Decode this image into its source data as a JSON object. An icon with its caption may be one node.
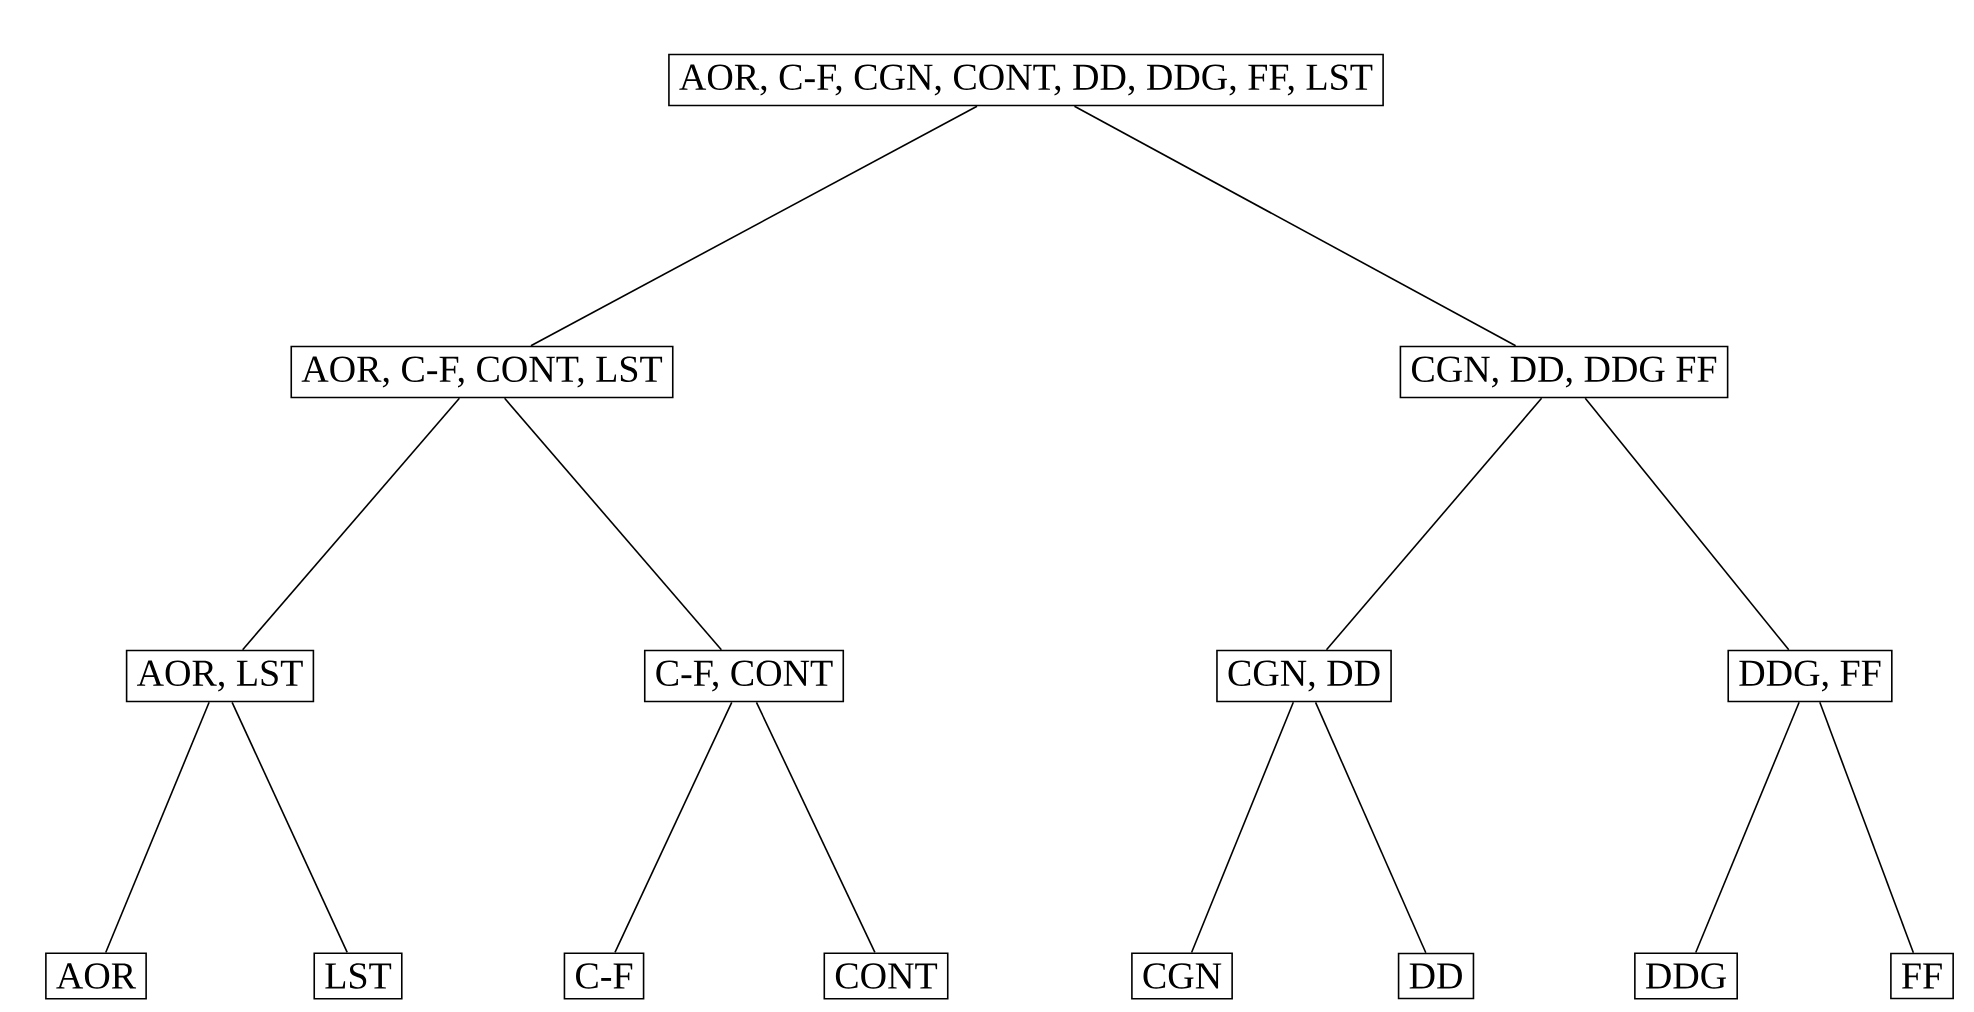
{
  "diagram": {
    "nodes": [
      {
        "text": [
          "AOR, C-F, CGN, CONT, DD, DDG, FF, LST"
        ]
      },
      {
        "text": [
          "AOR, C-F, CONT, LST"
        ]
      },
      {
        "text": [
          "CGN, DD, DDG FF"
        ]
      },
      {
        "text": [
          "AOR, LST"
        ]
      },
      {
        "text": [
          "C-F, CONT"
        ]
      },
      {
        "text": [
          "CGN, DD"
        ]
      },
      {
        "text": [
          "DDG, FF"
        ]
      },
      {
        "text": [
          "AOR"
        ]
      },
      {
        "text": [
          "LST"
        ]
      },
      {
        "text": [
          "C-F"
        ]
      },
      {
        "text": [
          "CONT"
        ]
      },
      {
        "text": [
          "CGN"
        ]
      },
      {
        "text": [
          "DD"
        ]
      },
      {
        "text": [
          "DDG"
        ]
      },
      {
        "text": [
          "FF"
        ]
      }
    ],
    "edges": [
      {
        "from": 0,
        "to": 1,
        "arrow": "none"
      },
      {
        "from": 0,
        "to": 2,
        "arrow": "none"
      },
      {
        "from": 1,
        "to": 3,
        "arrow": "none"
      },
      {
        "from": 1,
        "to": 4,
        "arrow": "none"
      },
      {
        "from": 2,
        "to": 5,
        "arrow": "none"
      },
      {
        "from": 2,
        "to": 6,
        "arrow": "none"
      },
      {
        "from": 3,
        "to": 7,
        "arrow": "none"
      },
      {
        "from": 3,
        "to": 8,
        "arrow": "none"
      },
      {
        "from": 4,
        "to": 9,
        "arrow": "none"
      },
      {
        "from": 4,
        "to": 10,
        "arrow": "none"
      },
      {
        "from": 5,
        "to": 11,
        "arrow": "none"
      },
      {
        "from": 5,
        "to": 12,
        "arrow": "none"
      },
      {
        "from": 6,
        "to": 13,
        "arrow": "none"
      },
      {
        "from": 6,
        "to": 14,
        "arrow": "none"
      }
    ]
  }
}
